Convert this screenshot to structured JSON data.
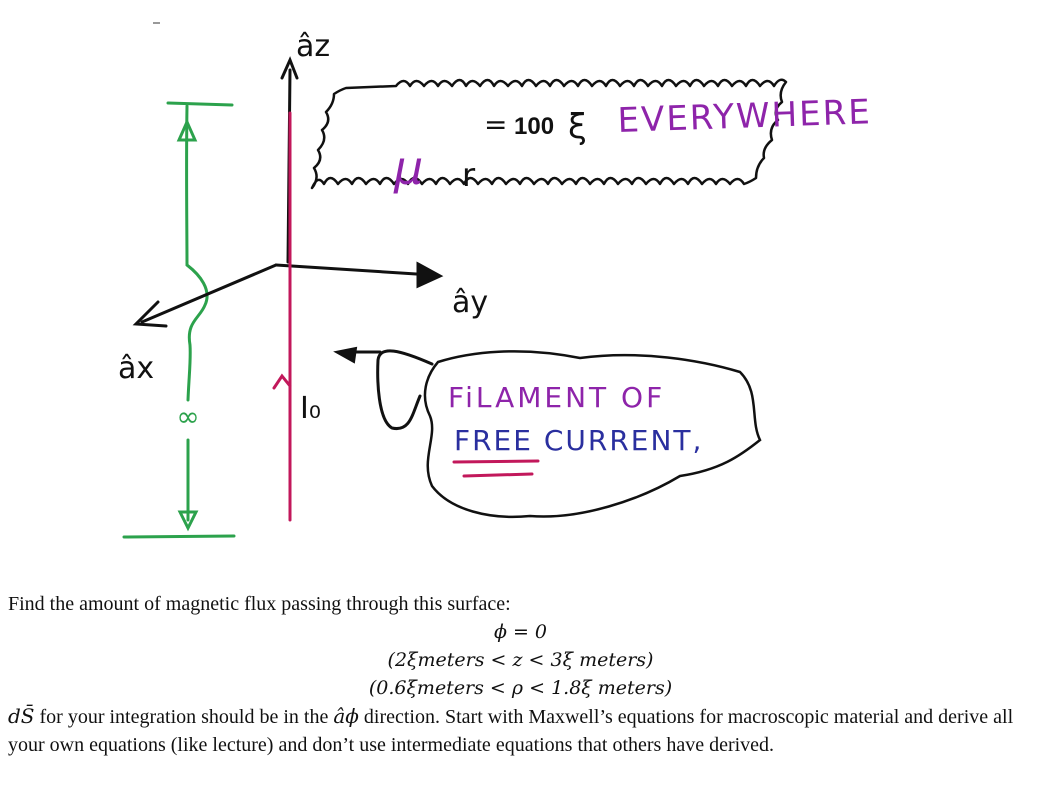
{
  "diagram": {
    "axes": {
      "z_label": "âz",
      "y_label": "ây",
      "x_label": "âx"
    },
    "dimension_label": "∞",
    "cloud": {
      "mu_symbol": "μ",
      "mu_subscript": "r",
      "equals": "=",
      "value": "100",
      "xi": "ξ",
      "text": "EVERYWHERE"
    },
    "current_label": "I₀",
    "filament_line1": "FiLAMENT OF",
    "filament_line2": "FREE CURRENT,",
    "colors": {
      "green": "#2ca24c",
      "red": "#c2185b",
      "purple": "#8e24aa",
      "blue": "#2a2f9f",
      "black": "#111111"
    }
  },
  "problem": {
    "intro": "Find the amount of magnetic flux passing through this surface:",
    "cond1": "ϕ = 0",
    "cond2": "(2ξmeters < z < 3ξ meters)",
    "cond3": "(0.6ξmeters < ρ < 1.8ξ meters)",
    "ds_symbol": "dS̄",
    "ds_text_a": " for your integration should be in the ",
    "a_phi": "âϕ",
    "ds_text_b": " direction. Start with Maxwell’s equations for macroscopic material and derive all your own equations (like lecture) and don’t use intermediate equations that others have derived."
  }
}
